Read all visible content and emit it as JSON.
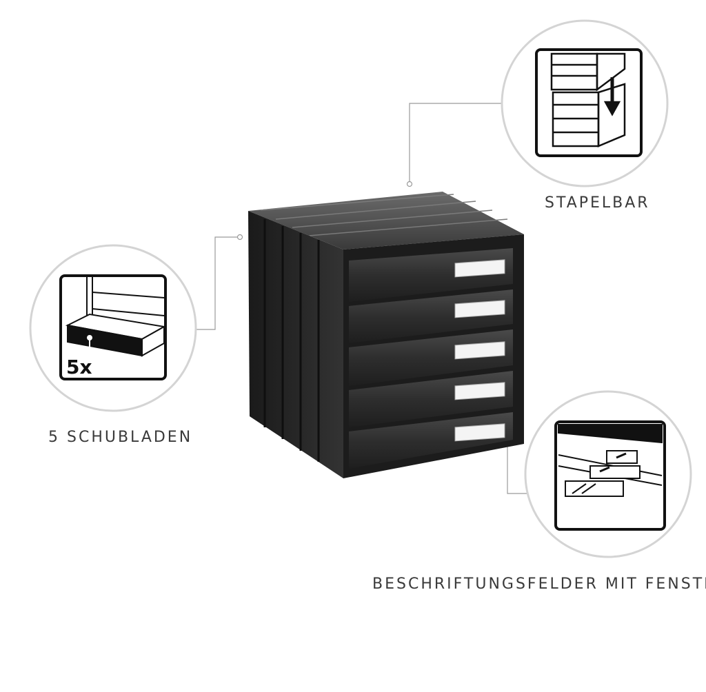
{
  "features": [
    {
      "id": "drawers",
      "label": "5 SCHUBLADEN",
      "icon_text": "5x",
      "icon": "drawer-count-icon"
    },
    {
      "id": "stackable",
      "label": "STAPELBAR",
      "icon": "stacking-arrow-icon"
    },
    {
      "id": "label-windows",
      "label": "BESCHRIFTUNGSFELDER MIT FENSTER",
      "icon": "label-window-icon"
    }
  ],
  "product": {
    "drawer_count": 5,
    "color": "#2b2b2b"
  },
  "colors": {
    "callout_ring": "#d4d4d4",
    "leader_line": "#9a9a9a",
    "label_text": "#3a3a3a",
    "cabinet": "#262626",
    "drawer_front": "#333333"
  }
}
